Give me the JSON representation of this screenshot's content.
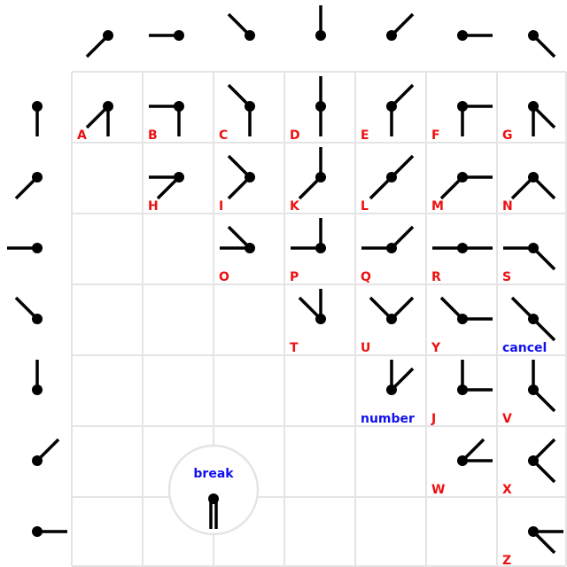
{
  "title": "Semaphore alphabet chart",
  "colors": {
    "letter": "#ee1111",
    "special": "#1111ee",
    "grid": "#e4e4e4",
    "hand": "#000000"
  },
  "column_directions": [
    "SW",
    "W",
    "NW",
    "N",
    "NE",
    "E",
    "SE"
  ],
  "row_directions": [
    "S",
    "SW",
    "W",
    "NW",
    "N",
    "NE",
    "E"
  ],
  "cells": [
    {
      "label": "A",
      "row": 0,
      "col": 0,
      "special": false
    },
    {
      "label": "B",
      "row": 0,
      "col": 1,
      "special": false
    },
    {
      "label": "C",
      "row": 0,
      "col": 2,
      "special": false
    },
    {
      "label": "D",
      "row": 0,
      "col": 3,
      "special": false
    },
    {
      "label": "E",
      "row": 0,
      "col": 4,
      "special": false
    },
    {
      "label": "F",
      "row": 0,
      "col": 5,
      "special": false
    },
    {
      "label": "G",
      "row": 0,
      "col": 6,
      "special": false
    },
    {
      "label": "H",
      "row": 1,
      "col": 1,
      "special": false
    },
    {
      "label": "I",
      "row": 1,
      "col": 2,
      "special": false
    },
    {
      "label": "K",
      "row": 1,
      "col": 3,
      "special": false
    },
    {
      "label": "L",
      "row": 1,
      "col": 4,
      "special": false
    },
    {
      "label": "M",
      "row": 1,
      "col": 5,
      "special": false
    },
    {
      "label": "N",
      "row": 1,
      "col": 6,
      "special": false
    },
    {
      "label": "O",
      "row": 2,
      "col": 2,
      "special": false
    },
    {
      "label": "P",
      "row": 2,
      "col": 3,
      "special": false
    },
    {
      "label": "Q",
      "row": 2,
      "col": 4,
      "special": false
    },
    {
      "label": "R",
      "row": 2,
      "col": 5,
      "special": false
    },
    {
      "label": "S",
      "row": 2,
      "col": 6,
      "special": false
    },
    {
      "label": "T",
      "row": 3,
      "col": 3,
      "special": false
    },
    {
      "label": "U",
      "row": 3,
      "col": 4,
      "special": false
    },
    {
      "label": "Y",
      "row": 3,
      "col": 5,
      "special": false
    },
    {
      "label": "cancel",
      "row": 3,
      "col": 6,
      "special": true
    },
    {
      "label": "number",
      "row": 4,
      "col": 4,
      "special": true
    },
    {
      "label": "J",
      "row": 4,
      "col": 5,
      "special": false
    },
    {
      "label": "V",
      "row": 4,
      "col": 6,
      "special": false
    },
    {
      "label": "W",
      "row": 5,
      "col": 5,
      "special": false
    },
    {
      "label": "X",
      "row": 5,
      "col": 6,
      "special": false
    },
    {
      "label": "Z",
      "row": 6,
      "col": 6,
      "special": false
    }
  ],
  "break": {
    "label": "break",
    "directions": [
      "S",
      "S"
    ]
  }
}
